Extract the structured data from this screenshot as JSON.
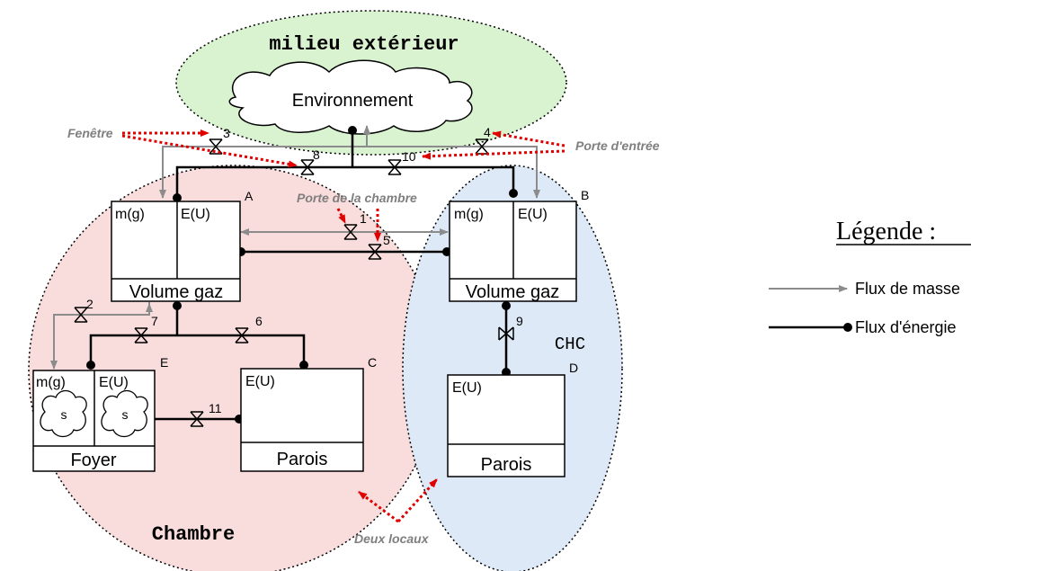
{
  "environment": {
    "title": "milieu extérieur",
    "cloud_label": "Environnement"
  },
  "rooms": {
    "chambre": "Chambre",
    "chc": "CHC"
  },
  "annotations": {
    "fenetre": "Fenêtre",
    "porte_entree": "Porte d'entrée",
    "porte_chambre": "Porte de la chambre",
    "deux_locaux": "Deux locaux"
  },
  "nodes": {
    "A": {
      "letter": "A",
      "mass": "m(g)",
      "energy": "E(U)",
      "name": "Volume gaz"
    },
    "B": {
      "letter": "B",
      "mass": "m(g)",
      "energy": "E(U)",
      "name": "Volume gaz"
    },
    "C": {
      "letter": "C",
      "energy": "E(U)",
      "name": "Parois"
    },
    "D": {
      "letter": "D",
      "energy": "E(U)",
      "name": "Parois"
    },
    "E": {
      "letter": "E",
      "mass": "m(g)",
      "energy": "E(U)",
      "name": "Foyer",
      "source": "s"
    }
  },
  "valves": [
    "1",
    "2",
    "3",
    "4",
    "5",
    "6",
    "7",
    "8",
    "9",
    "10",
    "11"
  ],
  "legend": {
    "title": "Légende :",
    "mass_flow": "Flux de masse",
    "energy_flow": "Flux d'énergie"
  },
  "colors": {
    "environment_fill": "#d9f2d0",
    "chambre_fill": "#f9dcdc",
    "chc_fill": "#dde9f7",
    "mass_flow": "#8c8c8c",
    "energy_flow": "#000000",
    "annotation_arrow": "#e00000",
    "annotation_text": "#7f7f7f"
  }
}
